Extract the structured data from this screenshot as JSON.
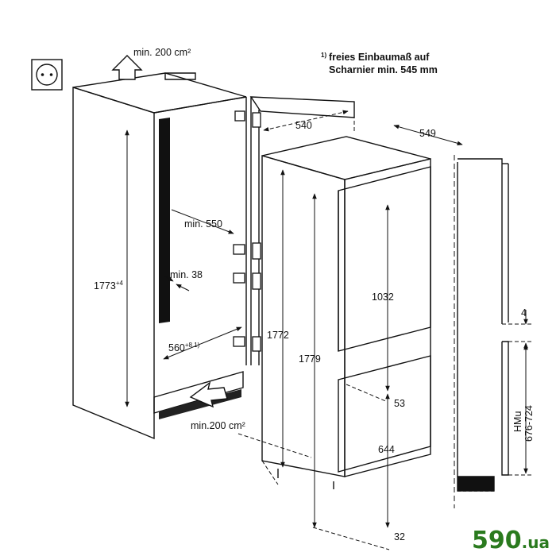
{
  "note": {
    "marker": "1)",
    "line1": "freies Einbaumaß auf",
    "line2": "Scharnier min. 545 mm"
  },
  "vent_top": {
    "label": "min. 200 cm²"
  },
  "vent_bottom": {
    "label": "min.200 cm²"
  },
  "dims": {
    "depth_540": "540",
    "depth_549": "549",
    "min_550": "min. 550",
    "min_38": "min. 38",
    "width_560": "560",
    "width_560_sup": "+8 1)",
    "niche_1773": "1773",
    "niche_1773_sup": "+4",
    "body_1772": "1772",
    "total_1779": "1779",
    "door_1032": "1032",
    "gap_53": "53",
    "door_644": "644",
    "plinth_32": "32",
    "gap_4": "4",
    "hmu_label": "HMu",
    "hmu_range": "676-724"
  },
  "icons": [
    "power-socket-icon",
    "airflow-arrow-up-icon",
    "airflow-arrow-in-icon"
  ],
  "watermark": {
    "text": "590",
    "suffix": ".ua",
    "color": "#2a7a1e"
  }
}
